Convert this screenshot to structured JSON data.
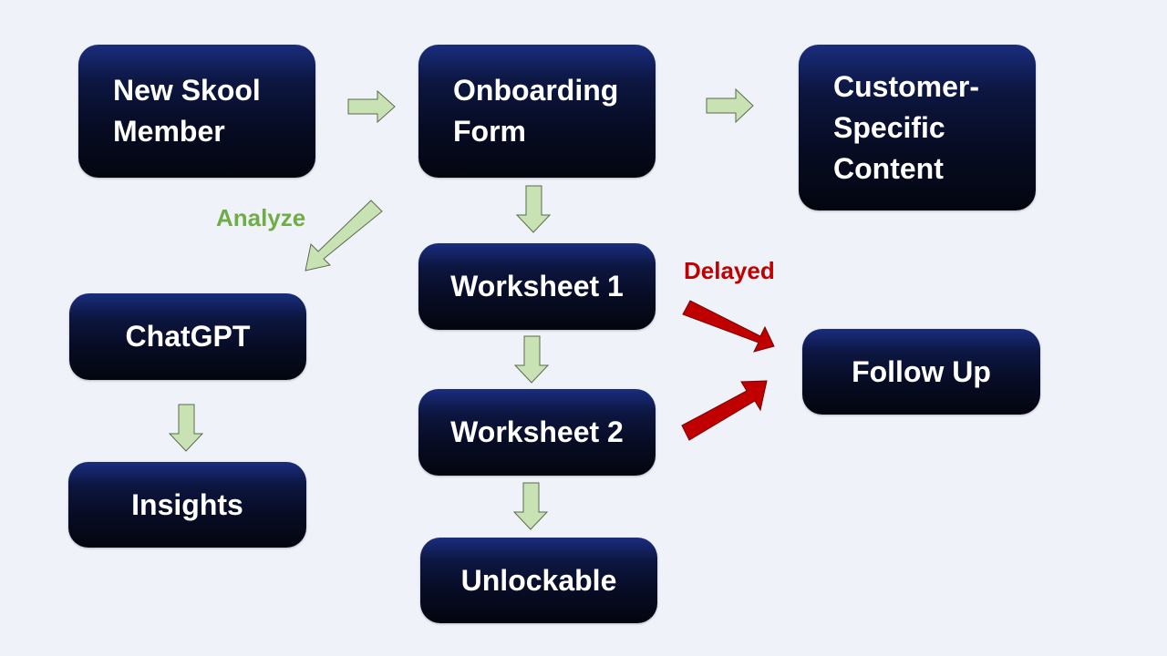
{
  "colors": {
    "background": "#eff2f9",
    "box_top": "#1a2d7e",
    "box_bottom": "#03060f",
    "box_text": "#ffffff",
    "arrow_light_fill": "#c9e2b3",
    "arrow_light_stroke": "#5a6b4e",
    "arrow_red_fill": "#c00000",
    "arrow_red_stroke": "#7a0000",
    "analyze_text": "#70ad47",
    "delayed_text": "#c00000"
  },
  "nodes": {
    "new_member": "New Skool\nMember",
    "onboarding_form": "Onboarding\nForm",
    "customer_content": "Customer-\nSpecific\nContent",
    "chatgpt": "ChatGPT",
    "insights": "Insights",
    "worksheet_1": "Worksheet 1",
    "worksheet_2": "Worksheet 2",
    "unlockable": "Unlockable",
    "follow_up": "Follow Up"
  },
  "labels": {
    "analyze": "Analyze",
    "delayed": "Delayed"
  },
  "arrows": [
    {
      "from": "new_member",
      "to": "onboarding_form",
      "style": "light"
    },
    {
      "from": "onboarding_form",
      "to": "customer_content",
      "style": "light"
    },
    {
      "from": "onboarding_form",
      "to": "chatgpt",
      "style": "light",
      "label": "analyze"
    },
    {
      "from": "onboarding_form",
      "to": "worksheet_1",
      "style": "light"
    },
    {
      "from": "chatgpt",
      "to": "insights",
      "style": "light"
    },
    {
      "from": "worksheet_1",
      "to": "worksheet_2",
      "style": "light"
    },
    {
      "from": "worksheet_2",
      "to": "unlockable",
      "style": "light"
    },
    {
      "from": "worksheet_1",
      "to": "follow_up",
      "style": "red",
      "label": "delayed"
    },
    {
      "from": "worksheet_2",
      "to": "follow_up",
      "style": "red"
    }
  ]
}
